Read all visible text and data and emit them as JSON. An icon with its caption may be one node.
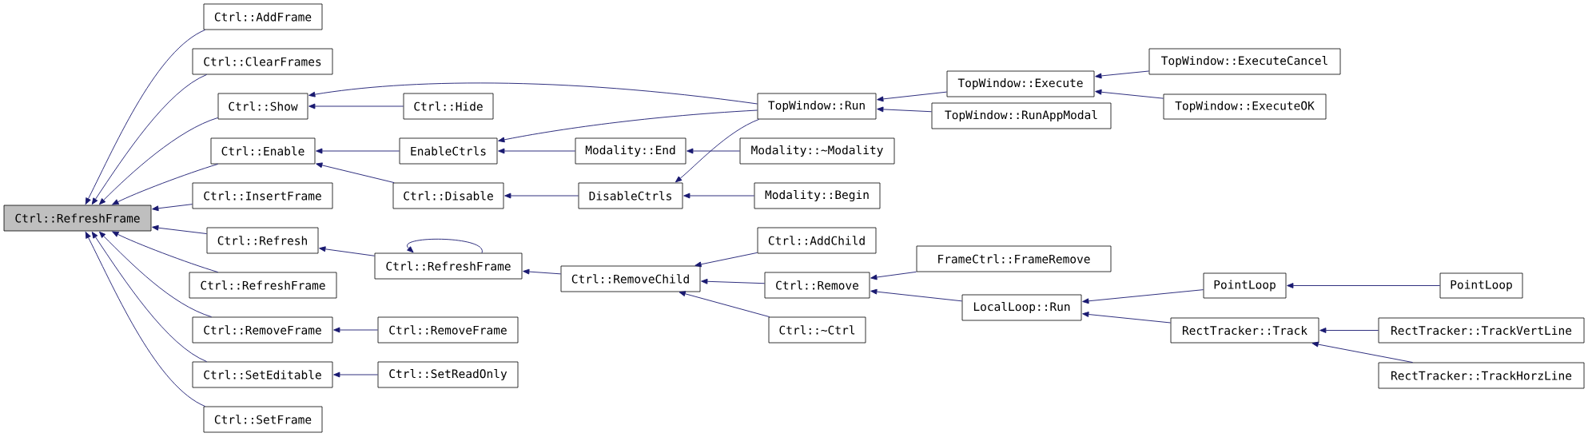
{
  "diagram": {
    "nodes": [
      {
        "text": [
          "Ctrl::RefreshFrame"
        ]
      },
      {
        "text": [
          "Ctrl::AddFrame"
        ]
      },
      {
        "text": [
          "Ctrl::ClearFrames"
        ]
      },
      {
        "text": [
          "Ctrl::Show"
        ]
      },
      {
        "text": [
          "Ctrl::Enable"
        ]
      },
      {
        "text": [
          "Ctrl::InsertFrame"
        ]
      },
      {
        "text": [
          "Ctrl::Refresh"
        ]
      },
      {
        "text": [
          "Ctrl::RefreshFrame"
        ]
      },
      {
        "text": [
          "Ctrl::RemoveFrame"
        ]
      },
      {
        "text": [
          "Ctrl::SetEditable"
        ]
      },
      {
        "text": [
          "Ctrl::SetFrame"
        ]
      },
      {
        "text": [
          "Ctrl::Hide"
        ]
      },
      {
        "text": [
          "EnableCtrls"
        ]
      },
      {
        "text": [
          "Ctrl::Disable"
        ]
      },
      {
        "text": [
          "Ctrl::RefreshFrame"
        ]
      },
      {
        "text": [
          "Ctrl::RemoveFrame"
        ]
      },
      {
        "text": [
          "Ctrl::SetReadOnly"
        ]
      },
      {
        "text": [
          "Modality::End"
        ]
      },
      {
        "text": [
          "DisableCtrls"
        ]
      },
      {
        "text": [
          "Ctrl::RemoveChild"
        ]
      },
      {
        "text": [
          "TopWindow::Run"
        ]
      },
      {
        "text": [
          "Modality::~Modality"
        ]
      },
      {
        "text": [
          "Modality::Begin"
        ]
      },
      {
        "text": [
          "Ctrl::AddChild"
        ]
      },
      {
        "text": [
          "Ctrl::Remove"
        ]
      },
      {
        "text": [
          "Ctrl::~Ctrl"
        ]
      },
      {
        "text": [
          "TopWindow::Execute"
        ]
      },
      {
        "text": [
          "TopWindow::RunAppModal"
        ]
      },
      {
        "text": [
          "FrameCtrl::FrameRemove"
        ]
      },
      {
        "text": [
          "LocalLoop::Run"
        ]
      },
      {
        "text": [
          "TopWindow::ExecuteCancel"
        ]
      },
      {
        "text": [
          "TopWindow::ExecuteOK"
        ]
      },
      {
        "text": [
          "PointLoop"
        ]
      },
      {
        "text": [
          "RectTracker::Track"
        ]
      },
      {
        "text": [
          "PointLoop"
        ]
      },
      {
        "text": [
          "RectTracker::TrackVertLine"
        ]
      },
      {
        "text": [
          "RectTracker::TrackHorzLine"
        ]
      }
    ],
    "edges": [
      {
        "from": 1,
        "to": 0,
        "arrow": "to"
      },
      {
        "from": 2,
        "to": 0,
        "arrow": "to"
      },
      {
        "from": 3,
        "to": 0,
        "arrow": "to"
      },
      {
        "from": 4,
        "to": 0,
        "arrow": "to"
      },
      {
        "from": 5,
        "to": 0,
        "arrow": "to"
      },
      {
        "from": 6,
        "to": 0,
        "arrow": "to"
      },
      {
        "from": 7,
        "to": 0,
        "arrow": "to"
      },
      {
        "from": 8,
        "to": 0,
        "arrow": "to"
      },
      {
        "from": 9,
        "to": 0,
        "arrow": "to"
      },
      {
        "from": 10,
        "to": 0,
        "arrow": "to"
      },
      {
        "from": 11,
        "to": 3,
        "arrow": "to"
      },
      {
        "from": 20,
        "to": 3,
        "arrow": "to"
      },
      {
        "from": 12,
        "to": 4,
        "arrow": "to"
      },
      {
        "from": 13,
        "to": 4,
        "arrow": "to"
      },
      {
        "from": 14,
        "to": 6,
        "arrow": "to"
      },
      {
        "from": 15,
        "to": 8,
        "arrow": "to"
      },
      {
        "from": 16,
        "to": 9,
        "arrow": "to"
      },
      {
        "from": 20,
        "to": 12,
        "arrow": "to"
      },
      {
        "from": 17,
        "to": 12,
        "arrow": "to"
      },
      {
        "from": 18,
        "to": 13,
        "arrow": "to"
      },
      {
        "from": 14,
        "to": 14,
        "arrow": "to"
      },
      {
        "from": 19,
        "to": 14,
        "arrow": "to"
      },
      {
        "from": 21,
        "to": 17,
        "arrow": "to"
      },
      {
        "from": 20,
        "to": 18,
        "arrow": "to"
      },
      {
        "from": 22,
        "to": 18,
        "arrow": "to"
      },
      {
        "from": 23,
        "to": 19,
        "arrow": "to"
      },
      {
        "from": 24,
        "to": 19,
        "arrow": "to"
      },
      {
        "from": 25,
        "to": 19,
        "arrow": "to"
      },
      {
        "from": 26,
        "to": 20,
        "arrow": "to"
      },
      {
        "from": 27,
        "to": 20,
        "arrow": "to"
      },
      {
        "from": 30,
        "to": 26,
        "arrow": "to"
      },
      {
        "from": 31,
        "to": 26,
        "arrow": "to"
      },
      {
        "from": 28,
        "to": 24,
        "arrow": "to"
      },
      {
        "from": 29,
        "to": 24,
        "arrow": "to"
      },
      {
        "from": 32,
        "to": 29,
        "arrow": "to"
      },
      {
        "from": 33,
        "to": 29,
        "arrow": "to"
      },
      {
        "from": 34,
        "to": 32,
        "arrow": "to"
      },
      {
        "from": 35,
        "to": 33,
        "arrow": "to"
      },
      {
        "from": 36,
        "to": 33,
        "arrow": "to"
      }
    ]
  }
}
